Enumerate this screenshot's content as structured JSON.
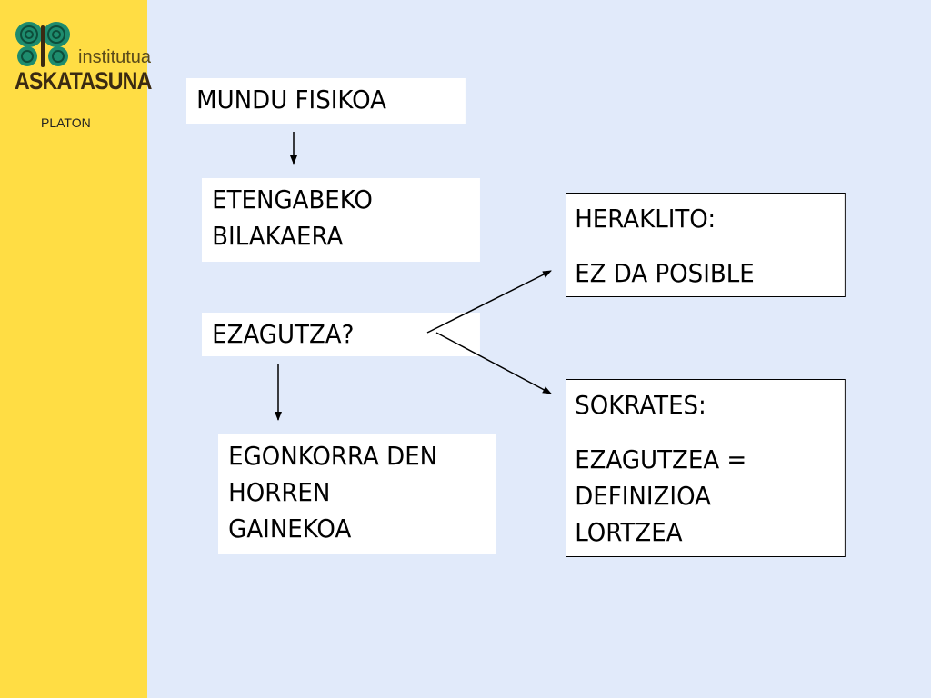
{
  "logo": {
    "top_text": "institutua",
    "main_text": "ASKATASUNA"
  },
  "sidebar": {
    "label": "PLATON"
  },
  "diagram": {
    "mundu_fisikoa": "MUNDU FISIKOA",
    "etengabeko": [
      "ETENGABEKO",
      "BILAKAERA"
    ],
    "ezagutza": "EZAGUTZA?",
    "egonkorra": [
      "EGONKORRA DEN",
      "HORREN",
      "GAINEKOA"
    ],
    "heraklito": {
      "title": "HERAKLITO:",
      "text": "EZ DA POSIBLE"
    },
    "sokrates": {
      "title": "SOKRATES:",
      "text": [
        "EZAGUTZEA =",
        "DEFINIZIOA",
        "LORTZEA"
      ]
    }
  },
  "colors": {
    "sidebar": "#ffdd44",
    "background": "#e1eafa",
    "logo_green": "#1e8c6e",
    "logo_dark": "#3a2a12"
  }
}
